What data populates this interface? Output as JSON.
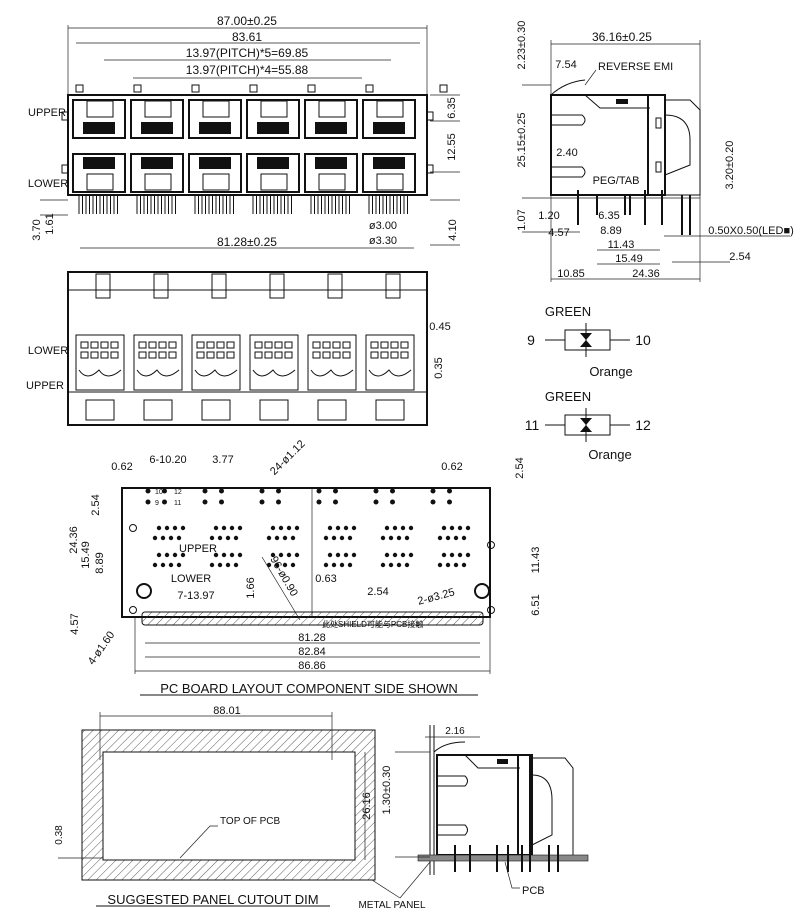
{
  "front_view": {
    "overall_width": "87.00±0.25",
    "inner_width": "83.61",
    "pitch_5": "13.97(PITCH)*5=69.85",
    "pitch_4": "13.97(PITCH)*4=55.88",
    "upper_label": "UPPER",
    "lower_label": "LOWER",
    "dim_6_35": "6.35",
    "dim_12_55": "12.55",
    "dim_3_70": "3.70",
    "dim_1_61": "1.61",
    "hole_3_00": "ø3.00",
    "hole_3_30": "ø3.30",
    "dim_4_10": "4.10",
    "bottom_width": "81.28±0.25"
  },
  "side_view": {
    "depth": "36.16±0.25",
    "dim_7_54": "7.54",
    "reverse_emi": "REVERSE  EMI",
    "dim_2_23": "2.23±0.30",
    "height": "25.15±0.25",
    "dim_2_40": "2.40",
    "peg_tab": "PEG/TAB",
    "dim_3_20": "3.20±0.20",
    "dim_1_07": "1.07",
    "dim_1_20": "1.20",
    "dim_6_35": "6.35",
    "dim_4_57": "4.57",
    "dim_8_89": "8.89",
    "dim_11_43": "11.43",
    "dim_15_49": "15.49",
    "dim_10_85": "10.85",
    "dim_24_36": "24.36",
    "led_pin": "0.50X0.50(LED■)",
    "dim_2_54": "2.54"
  },
  "rear_view": {
    "lower_label": "LOWER",
    "upper_label": "UPPER",
    "dim_0_45": "0.45",
    "dim_0_35": "0.35"
  },
  "led_schematic": [
    {
      "color_top": "GREEN",
      "pin_left": "9",
      "pin_right": "10",
      "color_bottom": "Orange"
    },
    {
      "color_top": "GREEN",
      "pin_left": "11",
      "pin_right": "12",
      "color_bottom": "Orange"
    }
  ],
  "pcb_layout": {
    "dim_0_62_left": "0.62",
    "dim_6_10_20": "6-10.20",
    "dim_3_77": "3.77",
    "holes_24": "24-ø1.12",
    "dim_0_62_right": "0.62",
    "dim_2_54_right": "2.54",
    "pin_10": "10",
    "pin_9": "9",
    "pin_12": "12",
    "pin_11": "11",
    "dim_2_54_left": "2.54",
    "dim_24_36": "24.36",
    "dim_15_49": "15.49",
    "dim_8_89": "8.89",
    "upper_label": "UPPER",
    "lower_label": "LOWER",
    "dim_7_13_97": "7-13.97",
    "dim_1_66": "1.66",
    "dim_0_63": "0.63",
    "holes_96": "96-ø0.90",
    "dim_2_54_mid": "2.54",
    "holes_2": "2-ø3.25",
    "dim_11_43": "11.43",
    "dim_6_51": "6.51",
    "dim_4_57": "4.57",
    "holes_4": "4-ø1.60",
    "shield_note": "此处SHIELD可能与PCB接触",
    "dim_81_28": "81.28",
    "dim_82_84": "82.84",
    "dim_86_86": "86.86",
    "title": "PC  BOARD  LAYOUT  COMPONENT  SIDE  SHOWN"
  },
  "panel_cutout": {
    "width": "88.01",
    "height": "26.16",
    "top_of_pcb": "TOP  OF  PCB",
    "dim_0_38": "0.38",
    "title": "SUGGESTED  PANEL  CUTOUT  DIM",
    "metal_panel": "METAL  PANEL",
    "dim_2_16": "2.16",
    "dim_1_30": "1.30±0.30",
    "pcb_label": "PCB"
  }
}
